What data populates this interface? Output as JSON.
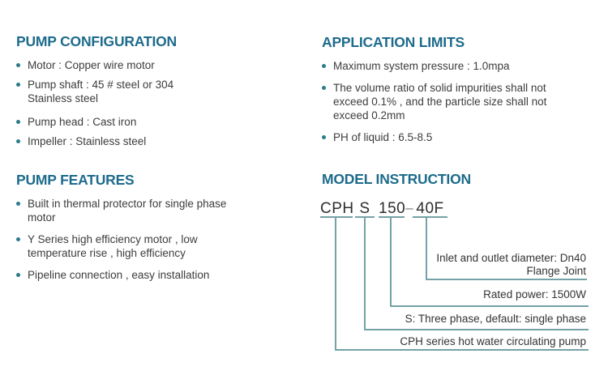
{
  "colors": {
    "heading": "#1E6B8C",
    "bullet": "#2C7A8C",
    "body_text": "#3C3C3C",
    "diagram_line": "#74A2A7",
    "code_text": "#2E2E2E"
  },
  "pump_configuration": {
    "title": "PUMP CONFIGURATION",
    "items": [
      "Motor : Copper wire motor",
      "Pump shaft : 45 # steel or 304\nStainless steel",
      "Pump head : Cast iron",
      "Impeller : Stainless steel"
    ]
  },
  "pump_features": {
    "title": "PUMP FEATURES",
    "items": [
      "Built in thermal protector for single phase\nmotor",
      "Y Series high efficiency motor , low\ntemperature rise , high efficiency",
      "Pipeline connection , easy installation"
    ]
  },
  "application_limits": {
    "title": "APPLICATION LIMITS",
    "items": [
      "Maximum system pressure : 1.0mpa",
      "The volume ratio of solid impurities shall not\nexceed 0.1% , and the particle size shall not\nexceed 0.2mm",
      "PH of liquid : 6.5-8.5"
    ]
  },
  "model_instruction": {
    "title": "MODEL INSTRUCTION",
    "code": {
      "series": "CPH",
      "phase": "S",
      "power": "150",
      "separator": "–",
      "size": "40F"
    },
    "legend": {
      "size": "Inlet and outlet diameter: Dn40\nFlange Joint",
      "power": "Rated power: 1500W",
      "phase": "S: Three phase, default: single phase",
      "series": "CPH series hot water circulating pump"
    }
  }
}
